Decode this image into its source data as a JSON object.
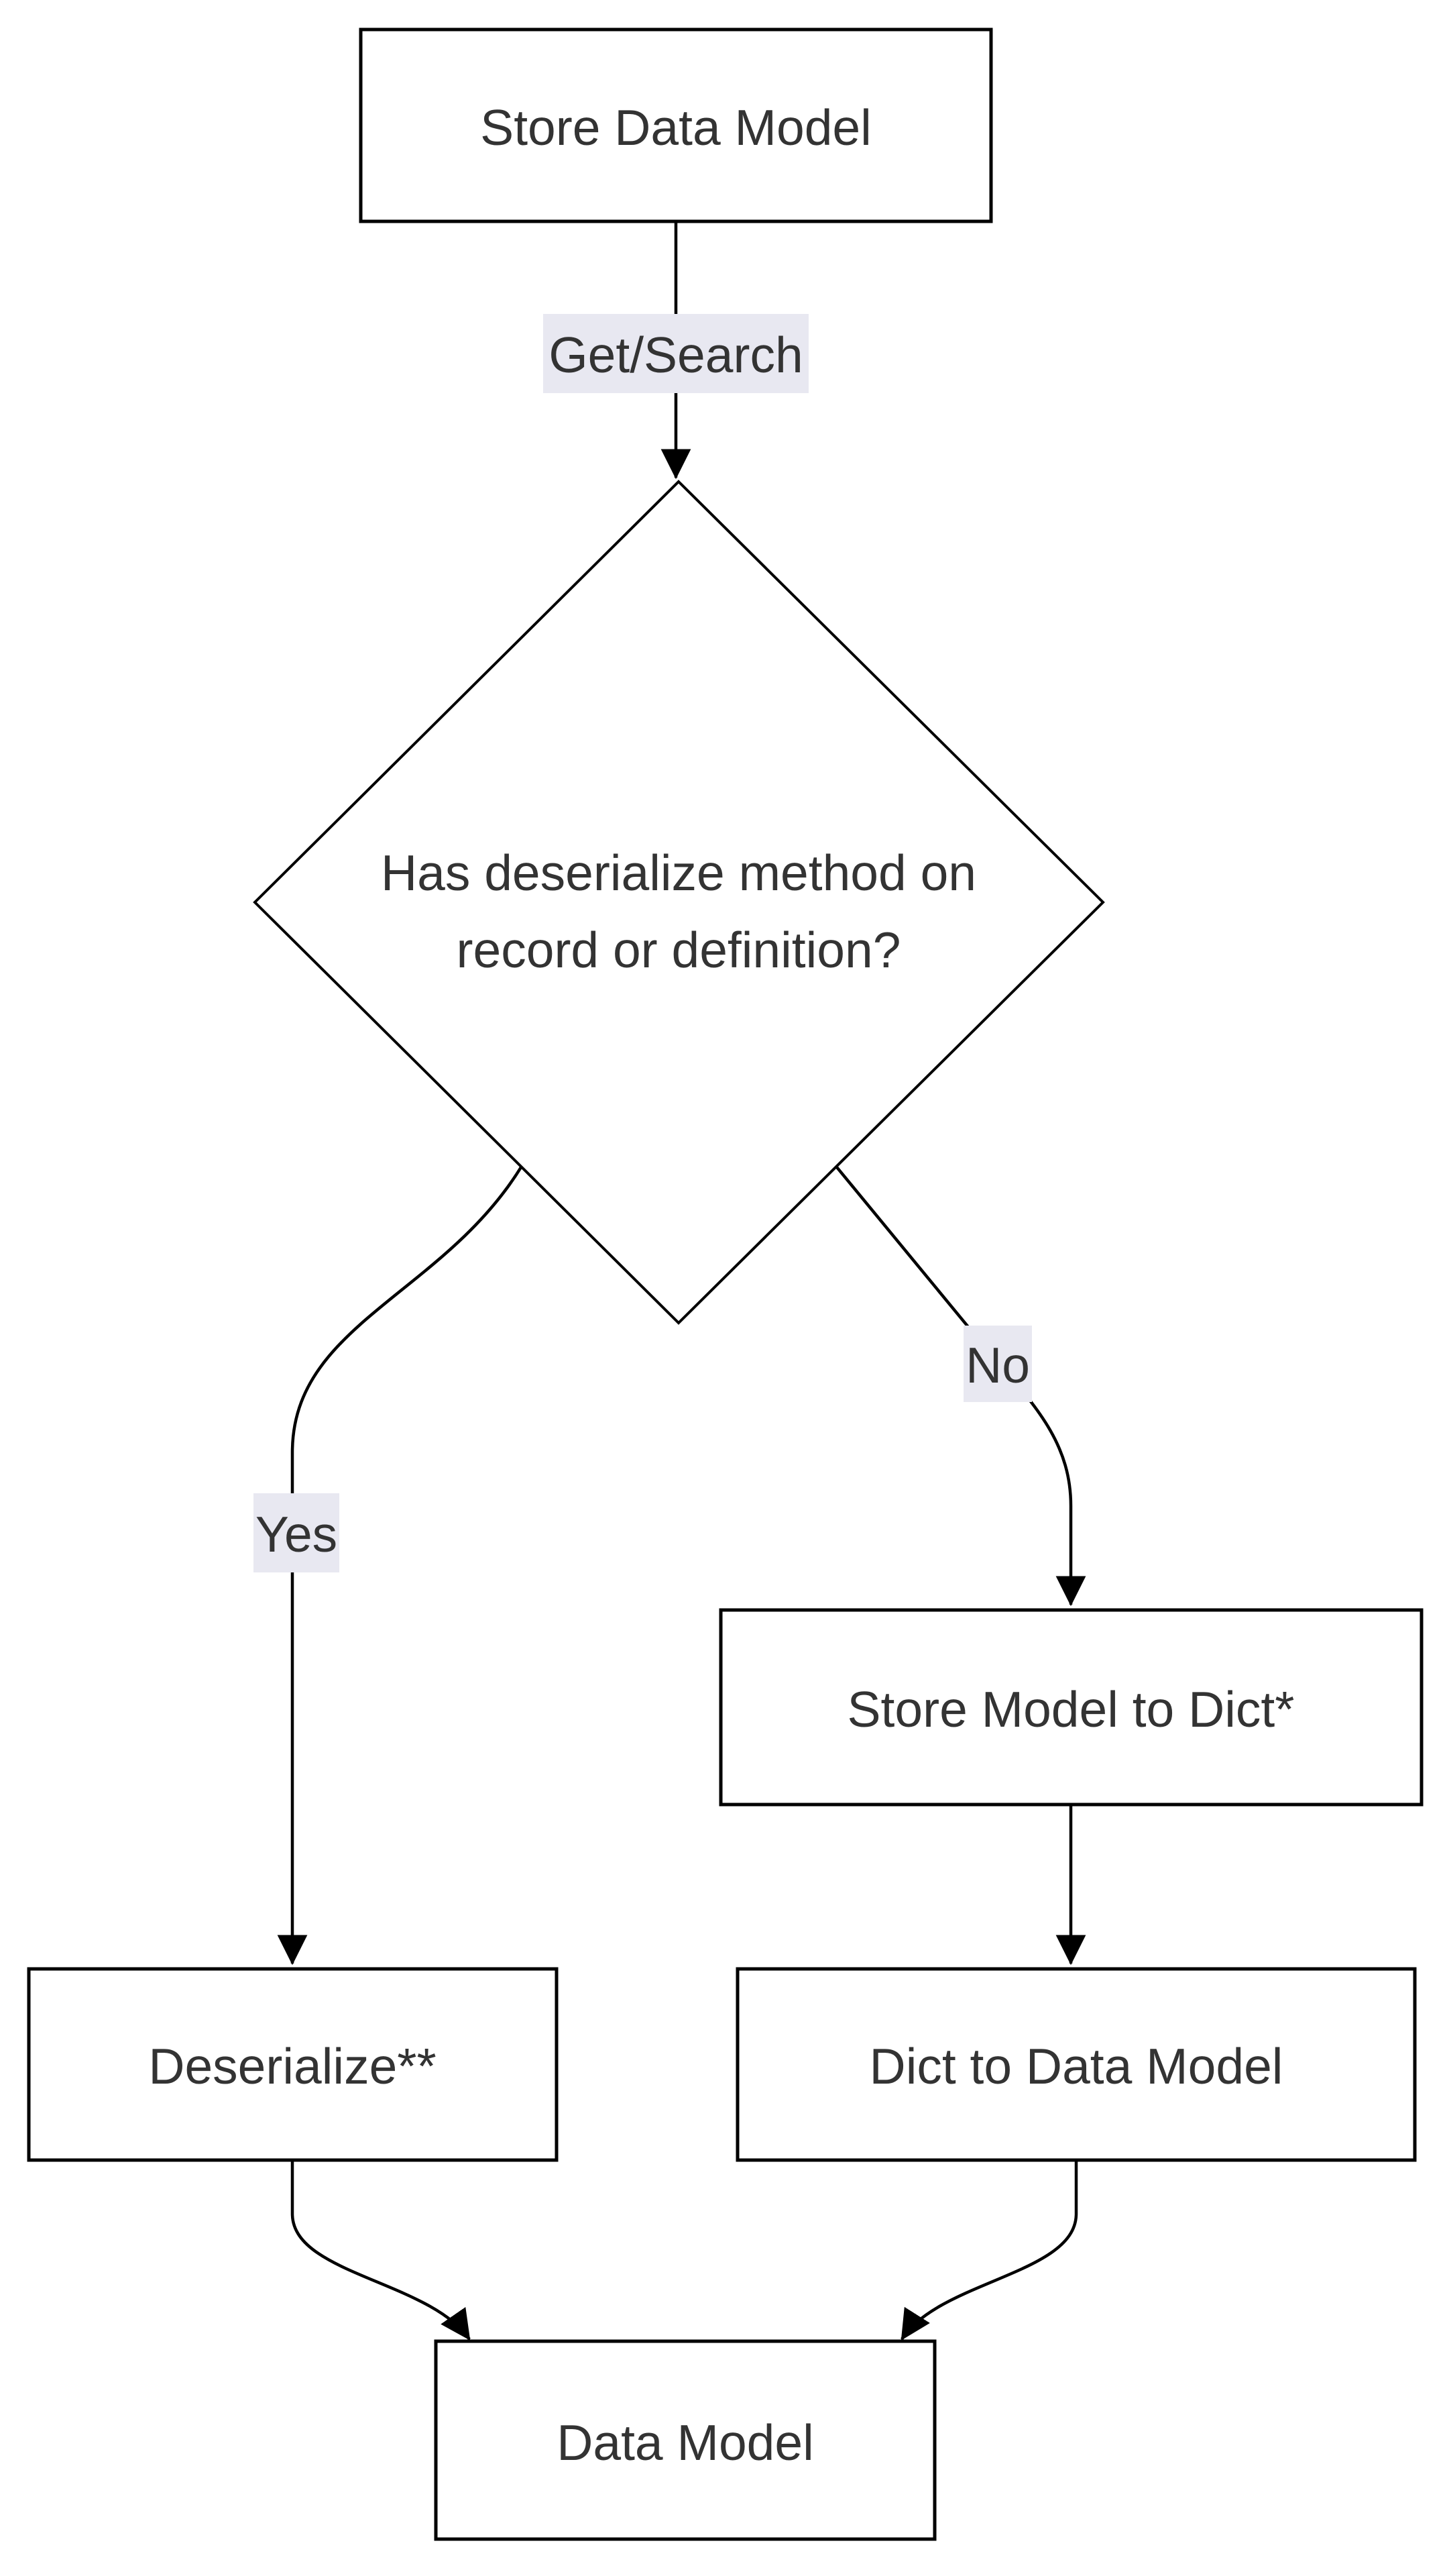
{
  "diagram": {
    "type": "flowchart",
    "direction": "top-down",
    "colors": {
      "background": "#ffffff",
      "node_fill": "#ffffff",
      "node_border": "#000000",
      "edge_stroke": "#000000",
      "text": "#333333",
      "edge_label_bg": "#e8e8f1"
    },
    "nodes": [
      {
        "id": "store_data_model",
        "shape": "rect",
        "label": "Store Data Model"
      },
      {
        "id": "has_deserialize_decision",
        "shape": "diamond",
        "label": "Has deserialize method on record or definition?",
        "label_line1": "Has deserialize method on",
        "label_line2": "record or definition?"
      },
      {
        "id": "store_model_to_dict",
        "shape": "rect",
        "label": "Store Model to Dict*"
      },
      {
        "id": "deserialize",
        "shape": "rect",
        "label": "Deserialize**"
      },
      {
        "id": "dict_to_data_model",
        "shape": "rect",
        "label": "Dict to Data Model"
      },
      {
        "id": "data_model",
        "shape": "rect",
        "label": "Data Model"
      }
    ],
    "edges": [
      {
        "from": "store_data_model",
        "to": "has_deserialize_decision",
        "label": "Get/Search"
      },
      {
        "from": "has_deserialize_decision",
        "to": "deserialize",
        "label": "Yes"
      },
      {
        "from": "has_deserialize_decision",
        "to": "store_model_to_dict",
        "label": "No"
      },
      {
        "from": "store_model_to_dict",
        "to": "dict_to_data_model",
        "label": ""
      },
      {
        "from": "deserialize",
        "to": "data_model",
        "label": ""
      },
      {
        "from": "dict_to_data_model",
        "to": "data_model",
        "label": ""
      }
    ]
  }
}
